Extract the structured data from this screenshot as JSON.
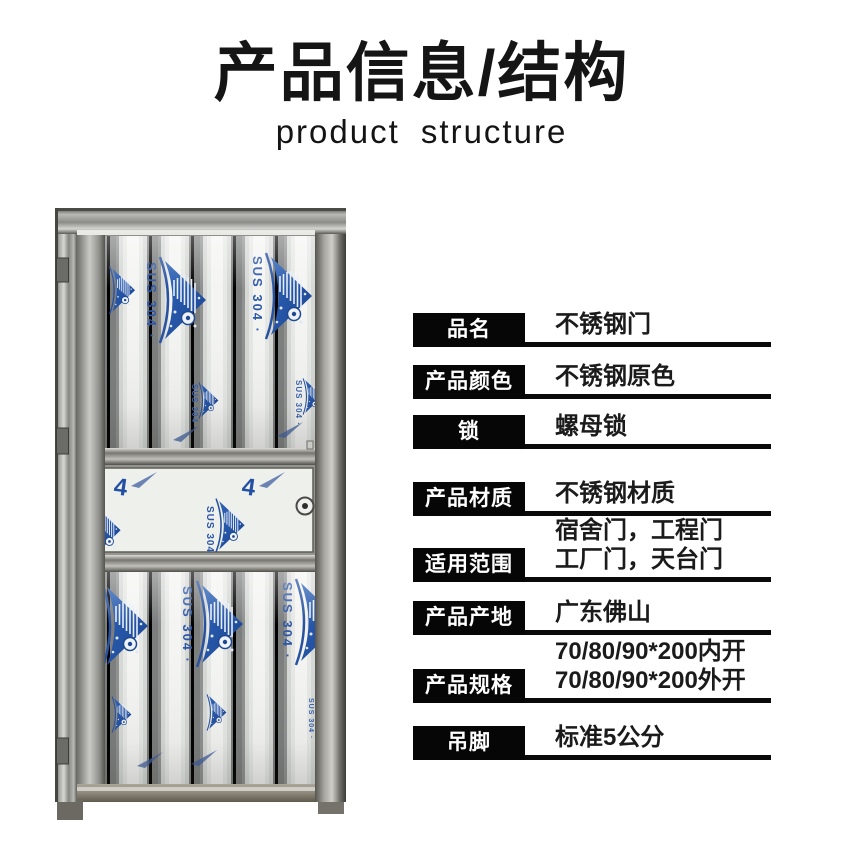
{
  "header": {
    "title": "产品信息/结构",
    "subtitle": "product structure"
  },
  "door": {
    "film_text": "SUS 304 ·",
    "film_mark": "4"
  },
  "spec_table": {
    "rows": [
      {
        "label": "品名",
        "values": [
          "不锈钢门"
        ]
      },
      {
        "label": "产品颜色",
        "values": [
          "不锈钢原色"
        ]
      },
      {
        "label": "锁",
        "values": [
          "螺母锁"
        ]
      },
      {
        "label": "产品材质",
        "values": [
          "不锈钢材质"
        ]
      },
      {
        "label": "适用范围",
        "values": [
          "宿舍门，工程门",
          "工厂门，天台门"
        ]
      },
      {
        "label": "产品产地",
        "values": [
          "广东佛山"
        ]
      },
      {
        "label": "产品规格",
        "values": [
          "70/80/90*200内开",
          "70/80/90*200外开"
        ]
      },
      {
        "label": "吊脚",
        "values": [
          "标准5公分"
        ]
      }
    ]
  },
  "colors": {
    "film_blue": "#2450a4",
    "table_black": "#060606",
    "text_dark": "#1b1b1b"
  }
}
